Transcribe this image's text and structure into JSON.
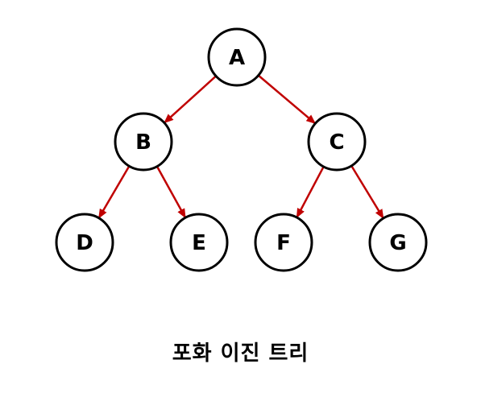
{
  "diagram": {
    "type": "tree",
    "caption": "포화 이진 트리",
    "colors": {
      "edge": "#c00000",
      "node_stroke": "#000000",
      "node_fill": "#ffffff",
      "text": "#000000"
    },
    "nodes": [
      {
        "id": "A",
        "label": "A",
        "level": 0
      },
      {
        "id": "B",
        "label": "B",
        "level": 1
      },
      {
        "id": "C",
        "label": "C",
        "level": 1
      },
      {
        "id": "D",
        "label": "D",
        "level": 2
      },
      {
        "id": "E",
        "label": "E",
        "level": 2
      },
      {
        "id": "F",
        "label": "F",
        "level": 2
      },
      {
        "id": "G",
        "label": "G",
        "level": 2
      }
    ],
    "edges": [
      {
        "from": "A",
        "to": "B"
      },
      {
        "from": "A",
        "to": "C"
      },
      {
        "from": "B",
        "to": "D"
      },
      {
        "from": "B",
        "to": "E"
      },
      {
        "from": "C",
        "to": "F"
      },
      {
        "from": "C",
        "to": "G"
      }
    ]
  }
}
